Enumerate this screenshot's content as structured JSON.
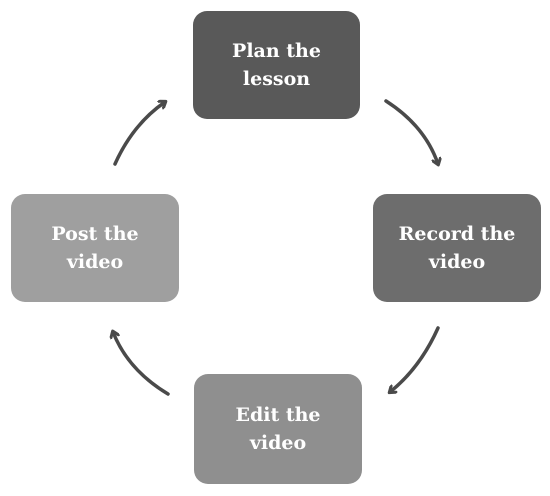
{
  "diagram": {
    "nodes": [
      {
        "id": "plan",
        "lines": [
          "Plan the",
          "lesson"
        ],
        "fill": "#595959"
      },
      {
        "id": "record",
        "lines": [
          "Record the",
          "video"
        ],
        "fill": "#6d6d6d"
      },
      {
        "id": "edit",
        "lines": [
          "Edit the",
          "video"
        ],
        "fill": "#8f8f8f"
      },
      {
        "id": "post",
        "lines": [
          "Post the",
          "video"
        ],
        "fill": "#9f9f9f"
      }
    ],
    "arrow_color": "#4a4a4a",
    "flow": "clockwise"
  }
}
